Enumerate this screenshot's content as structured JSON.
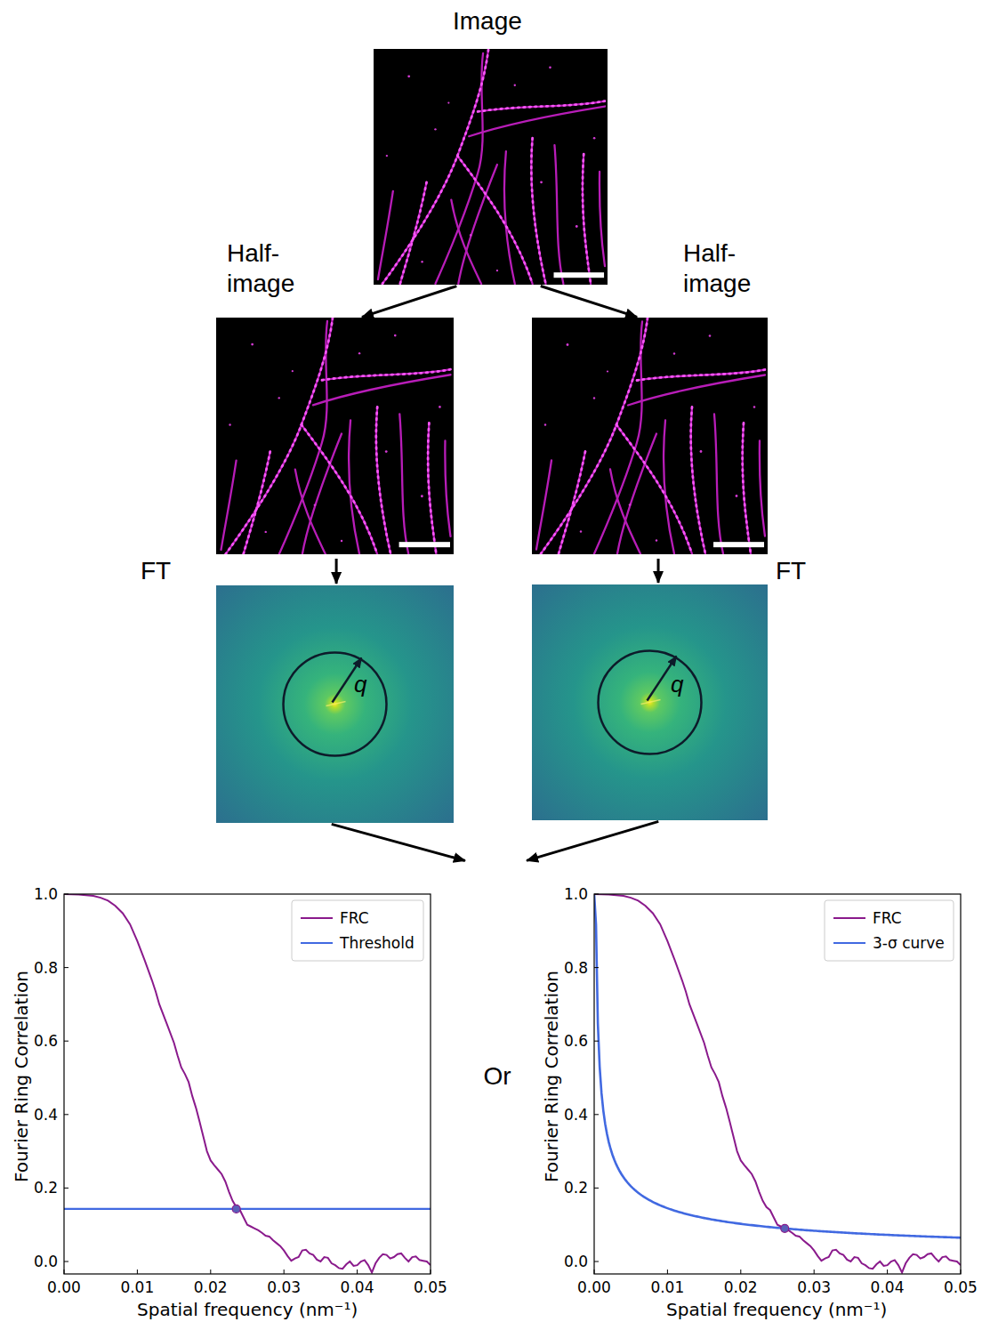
{
  "diagram": {
    "nodes": [
      {
        "text": [
          "Image"
        ]
      },
      {
        "text": [
          "Half-image"
        ]
      },
      {
        "text": [
          "Half-image"
        ]
      },
      {
        "text": [
          "FT",
          "q"
        ]
      },
      {
        "text": [
          "FT",
          "q"
        ]
      },
      {
        "text": [
          "Fourier Ring Correlation",
          "Spatial frequency (nm⁻¹)"
        ]
      },
      {
        "text": [
          "Fourier Ring Correlation",
          "Spatial frequency (nm⁻¹)"
        ]
      }
    ],
    "edges": [
      {
        "from": 0,
        "to": 1,
        "arrow": "to"
      },
      {
        "from": 0,
        "to": 2,
        "arrow": "to"
      },
      {
        "from": 1,
        "to": 3,
        "arrow": "to"
      },
      {
        "from": 2,
        "to": 4,
        "arrow": "to"
      },
      {
        "from": 3,
        "to": 5,
        "arrow": "to"
      },
      {
        "from": 4,
        "to": 6,
        "arrow": "to"
      }
    ],
    "labels": [
      "1.0",
      "0.8",
      "0.6",
      "0.4",
      "0.2",
      "0.0",
      "0.00",
      "0.01",
      "0.02",
      "0.03",
      "0.04",
      "0.05",
      "Or",
      "1.0",
      "0.8",
      "0.6",
      "0.4",
      "0.2",
      "0.0",
      "0.00",
      "0.01",
      "0.02",
      "0.03",
      "0.04",
      "0.05"
    ],
    "legend": [
      {
        "text": "FRC"
      },
      {
        "text": "Threshold"
      },
      {
        "text": "FRC"
      },
      {
        "text": "3-σ curve"
      }
    ]
  }
}
